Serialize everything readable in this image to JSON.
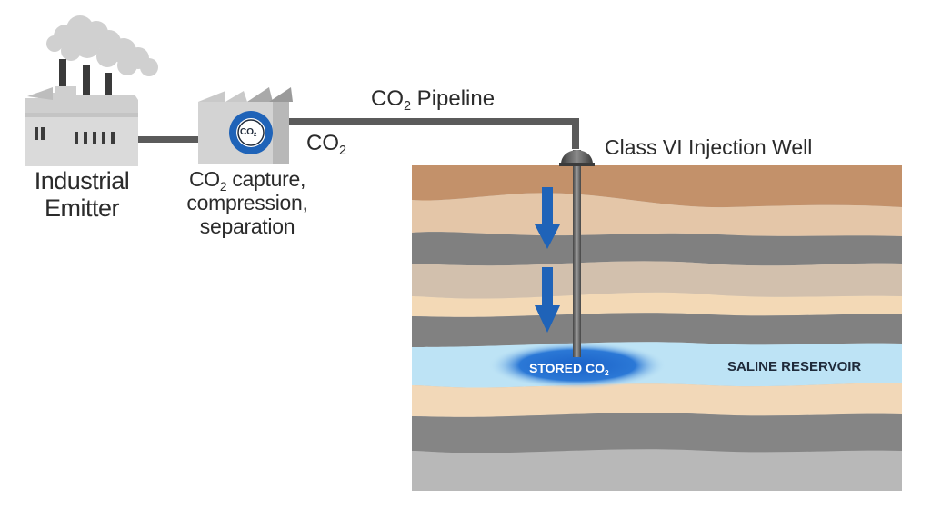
{
  "emitter": {
    "label_line1": "Industrial",
    "label_line2": "Emitter"
  },
  "capture": {
    "badge_main": "CO",
    "badge_sub": "2",
    "label_line1_main": "CO",
    "label_line1_sub": "2",
    "label_line1_rest": " capture,",
    "label_line2": "compression,",
    "label_line3": "separation"
  },
  "flow_label": {
    "main": "CO",
    "sub": "2"
  },
  "pipeline": {
    "label_main": "CO",
    "label_sub": "2",
    "label_rest": " Pipeline"
  },
  "well": {
    "label": "Class VI Injection Well"
  },
  "reservoir": {
    "label": "SALINE RESERVOIR",
    "stored_main": "STORED CO",
    "stored_sub": "2"
  },
  "colors": {
    "arrow_blue": "#1f63b8",
    "reservoir_blue": "#bde3f5",
    "pipe_gray": "#5b5b5b",
    "topsoil_brown": "#c3916a"
  }
}
